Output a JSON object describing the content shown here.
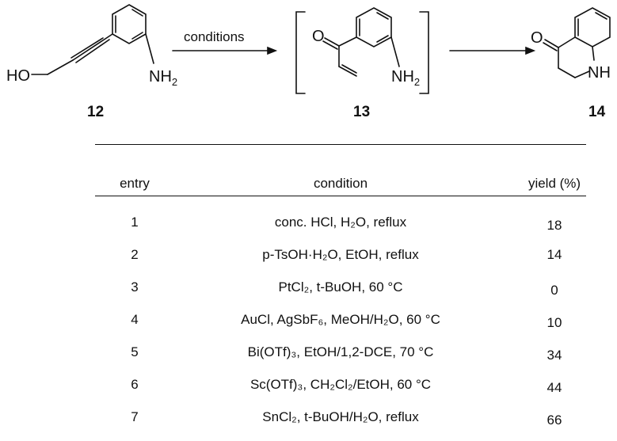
{
  "scheme": {
    "arrow_label": "conditions",
    "compounds": [
      {
        "id": "12"
      },
      {
        "id": "13"
      },
      {
        "id": "14"
      }
    ],
    "atoms": {
      "ho": "HO",
      "o": "O",
      "nh2": "NH",
      "nh2_sub": "2",
      "nh": "NH"
    }
  },
  "table": {
    "headers": {
      "entry": "entry",
      "condition": "condition",
      "yield": "yield (%)"
    },
    "rows": [
      {
        "entry": "1",
        "condition": "conc. HCl, H₂O, reflux",
        "yield": "18"
      },
      {
        "entry": "2",
        "condition": "p-TsOH·H₂O, EtOH, reflux",
        "yield": "14"
      },
      {
        "entry": "3",
        "condition": "PtCl₂, t-BuOH, 60 °C",
        "yield": "0"
      },
      {
        "entry": "4",
        "condition": "AuCl, AgSbF₆, MeOH/H₂O, 60 °C",
        "yield": "10"
      },
      {
        "entry": "5",
        "condition": "Bi(OTf)₃, EtOH/1,2-DCE, 70 °C",
        "yield": "34"
      },
      {
        "entry": "6",
        "condition": "Sc(OTf)₃, CH₂Cl₂/EtOH, 60 °C",
        "yield": "44"
      },
      {
        "entry": "7",
        "condition": "SnCl₂, t-BuOH/H₂O, reflux",
        "yield": "66"
      }
    ]
  }
}
